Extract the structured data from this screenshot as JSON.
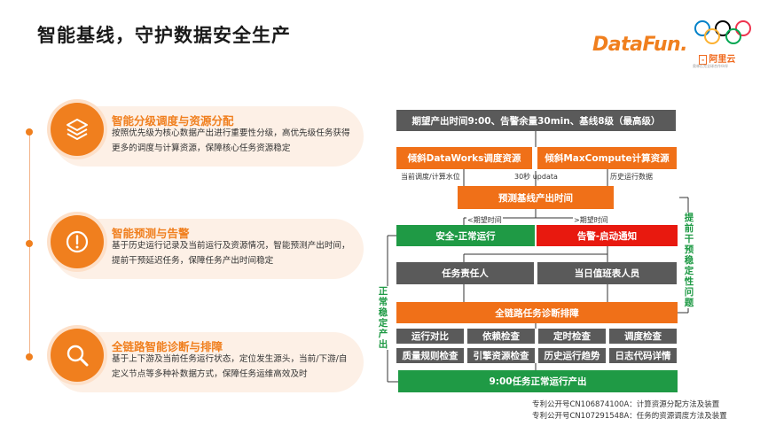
{
  "header": {
    "title": "智能基线，守护数据安全生产",
    "logo_datafun": "DataFun",
    "logo_aliyun": "阿里云",
    "logo_aliyun_sub": "奥林匹克全球合作伙伴"
  },
  "features": [
    {
      "title": "智能分级调度与资源分配",
      "text": "按照优先级为核心数据产出进行重要性分级，高优先级任务获得更多的调度与计算资源，保障核心任务资源稳定",
      "icon": "layers-icon"
    },
    {
      "title": "智能预测与告警",
      "text": "基于历史运行记录及当前运行及资源情况，智能预测产出时间，提前干预延迟任务，保障任务产出时间稳定",
      "icon": "alert-icon"
    },
    {
      "title": "全链路智能诊断与排障",
      "text": "基于上下游及当前任务运行状态，定位发生源头，当前/下游/自定义节点等多种补数据方式，保障任务运维高效及时",
      "icon": "search-icon"
    }
  ],
  "flow": {
    "top": "期望产出时间9:00、告警余量30min、基线8级（最高级）",
    "tilt_dw": "倾斜DataWorks调度资源",
    "tilt_mc": "倾斜MaxCompute计算资源",
    "label_current": "当前调度/计算水位",
    "label_update": "30秒 updata",
    "label_history": "历史运行数据",
    "predict": "预测基线产出时间",
    "label_lt": "<期望时间",
    "label_gt": ">期望时间",
    "safe": "安全-正常运行",
    "alarm": "告警-启动通知",
    "owner": "任务责任人",
    "duty": "当日值班表人员",
    "diagnose": "全链路任务诊断排障",
    "checks": [
      "运行对比",
      "依赖检查",
      "定时检查",
      "调度检查",
      "质量规则检查",
      "引擎资源检查",
      "历史运行趋势",
      "日志代码详情"
    ],
    "final": "9:00任务正常运行产出",
    "side_left": "正常稳定产出",
    "side_right": "提前干预稳定性问题"
  },
  "patents": [
    "专利公开号CN106874100A：计算资源分配方法及装置",
    "专利公开号CN107291548A：任务的资源调度方法及装置"
  ],
  "colors": {
    "accent": "#f07f1e",
    "flow_orange": "#f07018",
    "green": "#1f9a45",
    "red": "#e8190f",
    "dark": "#5a5a5a"
  }
}
